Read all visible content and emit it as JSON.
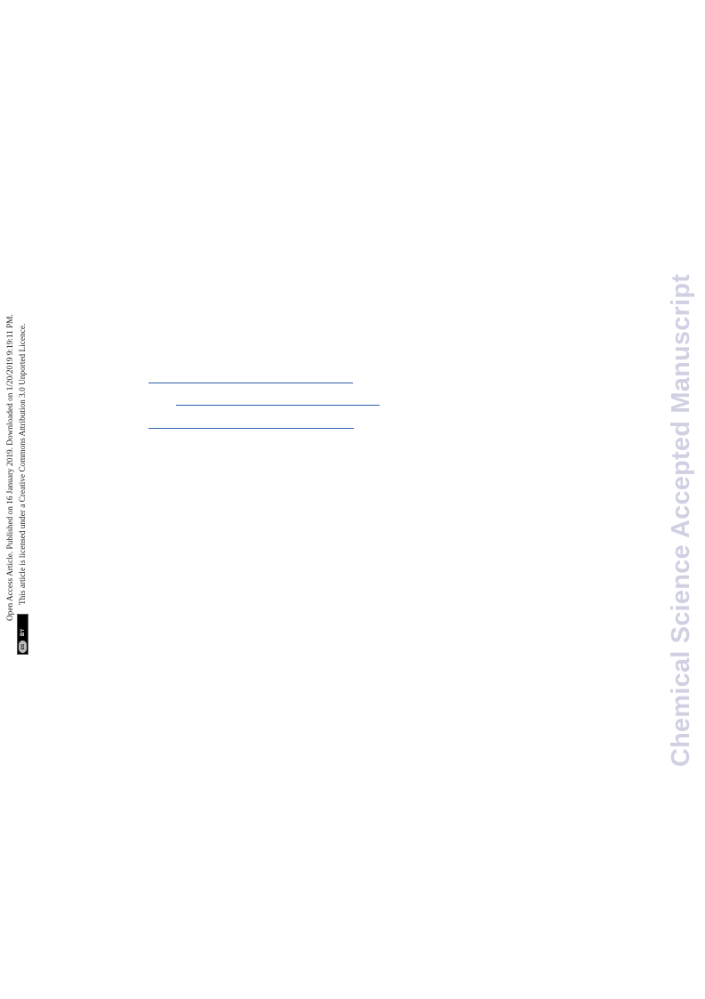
{
  "open_access": {
    "line1": "Open Access Article. Published on 16 January 2019. Downloaded on 1/20/2019 9:19:11 PM.",
    "line2": "This article is licensed under a Creative Commons Attribution 3.0 Unported Licence.",
    "license_badge": {
      "icon": "cc-icon",
      "circle_text": "cc",
      "label": "BY"
    }
  },
  "watermark": {
    "text": "Chemical Science Accepted Manuscript",
    "color": "#d0d0e3"
  },
  "link_rules": {
    "color": "#2b5fa8",
    "count": 3
  }
}
